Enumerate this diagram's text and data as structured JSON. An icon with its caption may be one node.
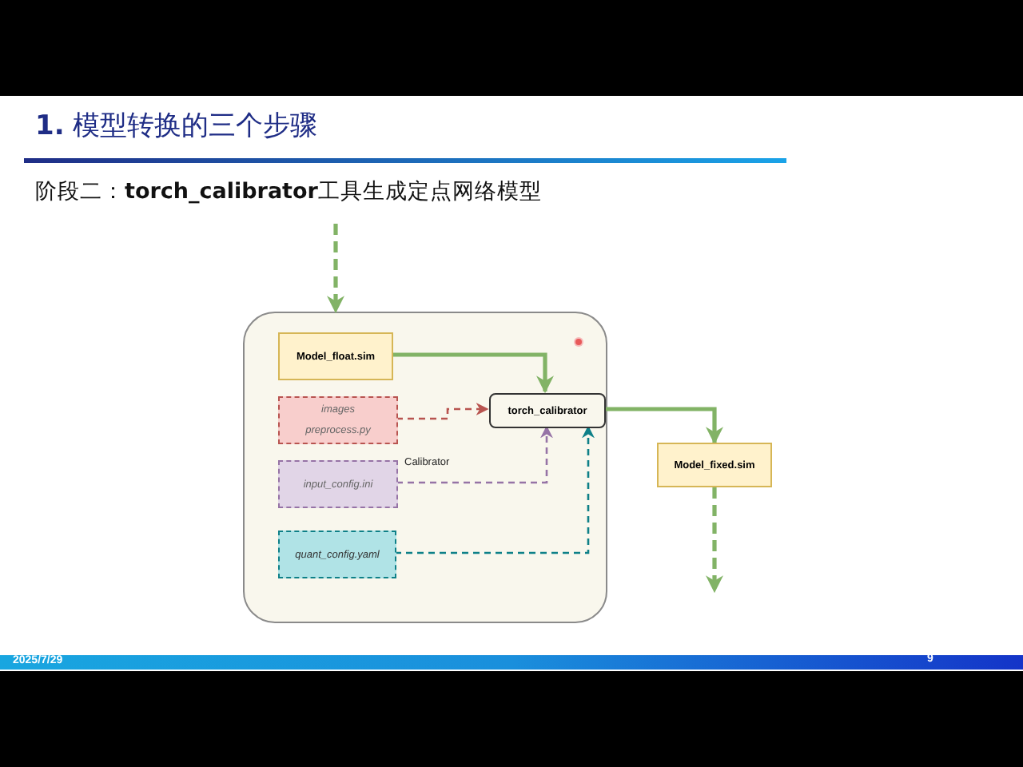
{
  "diagram": {
    "title": "**1.** 模型转换的三个步骤",
    "nodes": [
      {
        "text": [],
        "shape": "box"
      },
      {
        "text": [
          "Model_float.sim"
        ],
        "in": 0
      },
      {
        "text": [
          "images",
          "preprocess.py"
        ],
        "in": 0
      },
      {
        "text": [
          "input_config.ini"
        ],
        "in": 0
      },
      {
        "text": [
          "quant_config.yaml"
        ],
        "in": 0
      },
      {
        "text": [
          "torch_calibrator"
        ],
        "in": 0
      },
      {
        "text": [
          "Model_fixed.sim"
        ]
      }
    ],
    "edges": [
      {
        "from": null,
        "to": 0,
        "arrow": "to",
        "style": "dashed"
      },
      {
        "from": 1,
        "to": 5,
        "arrow": "to"
      },
      {
        "from": 2,
        "to": 5,
        "arrow": "to",
        "style": "dashed",
        "color": "#b85450"
      },
      {
        "from": 3,
        "to": 5,
        "arrow": "to",
        "style": "dashed",
        "color": "#9673a6"
      },
      {
        "from": 4,
        "to": 5,
        "arrow": "to",
        "style": "dashed",
        "color": "#0e8088"
      },
      {
        "from": 5,
        "to": 6,
        "arrow": "to"
      },
      {
        "from": 6,
        "to": null,
        "arrow": "to",
        "style": "dashed"
      }
    ],
    "labels": [
      "阶段二：**torch_calibrator**工具生成定点网络模型",
      "Calibrator",
      "2025/7/29",
      "9"
    ]
  }
}
